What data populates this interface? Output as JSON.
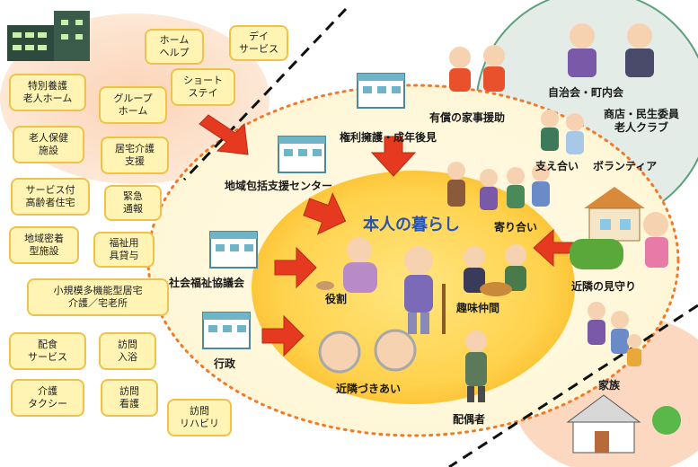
{
  "center_label": "本人の暮らし",
  "services": [
    "ホーム\nヘルプ",
    "デイ\nサービス",
    "特別養護\n老人ホーム",
    "グループ\nホーム",
    "ショート\nステイ",
    "老人保健\n施設",
    "居宅介護\n支援",
    "サービス付\n高齢者住宅",
    "緊急\n通報",
    "地域密着\n型施設",
    "福祉用\n具貸与",
    "小規模多機能型居宅\n介護／宅老所",
    "配食\nサービス",
    "訪問\n入浴",
    "介護\nタクシー",
    "訪問\n看護",
    "訪問\nリハビリ"
  ],
  "institutions": {
    "kenri": "権利擁護・成年後見",
    "houkatsu": "地域包括支援センター",
    "shakyo": "社会福祉協議会",
    "gyousei": "行政"
  },
  "life": {
    "yakuwari": "役割",
    "shumi": "趣味仲間",
    "kinjo_zukiai": "近隣づきあい",
    "haigusha": "配偶者",
    "yoriai": "寄り合い"
  },
  "community": {
    "yuushou": "有償の家事援助",
    "jichikai": "自治会・町内会",
    "shouten": "商店・民生委員\n老人クラブ",
    "sasaeai": "支え合い",
    "volunteer": "ボランティア",
    "mimamori": "近隣の見守り",
    "kazoku": "家族"
  },
  "colors": {
    "service_fill": "#fff4b3",
    "service_border": "#f0c24a",
    "inner_oval": "#ffd24d",
    "outer_dots": "#f07a2a",
    "arrow": "#e53a1f",
    "community_circle": "#e4ece8",
    "center_text": "#2c54a8"
  }
}
